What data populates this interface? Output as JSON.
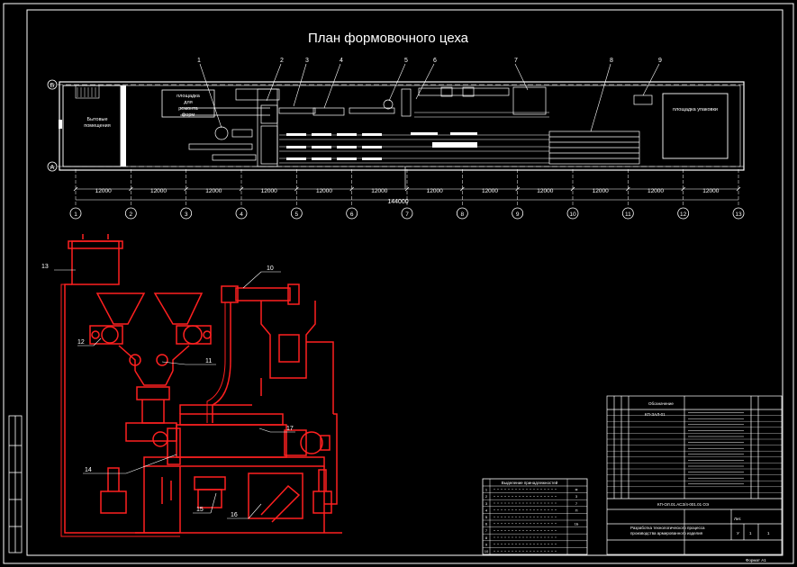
{
  "title": "План формовочного цеха",
  "plan": {
    "axis_rows": [
      "Б",
      "А"
    ],
    "axis_cols": [
      "1",
      "2",
      "3",
      "4",
      "5",
      "6",
      "7",
      "8",
      "9",
      "10",
      "11",
      "12",
      "13"
    ],
    "spans": [
      "12000",
      "12000",
      "12000",
      "12000",
      "12000",
      "12000",
      "12000",
      "12000",
      "12000",
      "12000",
      "12000",
      "12000"
    ],
    "total": "144000",
    "callouts_top": [
      "1",
      "2",
      "3",
      "4",
      "5",
      "6",
      "7",
      "8",
      "9"
    ],
    "room_living": "Бытовые помещения",
    "room_repair": "площадка для ремонта форм",
    "room_packing": "площадка упаковки"
  },
  "equipment": {
    "callouts": [
      "10",
      "11",
      "12",
      "13",
      "14",
      "15",
      "16",
      "17"
    ]
  },
  "legend_table": {
    "header": "Выделение принадлежностей",
    "rows": [
      {
        "n": "1",
        "v": "Ф"
      },
      {
        "n": "2",
        "v": "3"
      },
      {
        "n": "3",
        "v": "7"
      },
      {
        "n": "4",
        "v": "П"
      },
      {
        "n": "5",
        "v": ""
      },
      {
        "n": "6",
        "v": "1Б"
      },
      {
        "n": "7",
        "v": ""
      },
      {
        "n": "8",
        "v": ""
      },
      {
        "n": "9",
        "v": ""
      },
      {
        "n": "10",
        "v": ""
      }
    ]
  },
  "title_block": {
    "spec_header": "Обозначение",
    "spec_code": "КП-ЗАЛ-01",
    "doc_code": "КП-ОЛ.01.АСЗ/4-001.01 ОЭ",
    "description_1": "Разработка технологического процесса",
    "description_2": "производства армированного изделия",
    "sheet_label": "Лит.",
    "sheet_values": [
      "У",
      "1",
      "1"
    ],
    "org": "Формат А1"
  },
  "colors": {
    "background": "#000000",
    "frame": "#ffffff",
    "equipment": "#ff0000",
    "text": "#ffffff"
  }
}
